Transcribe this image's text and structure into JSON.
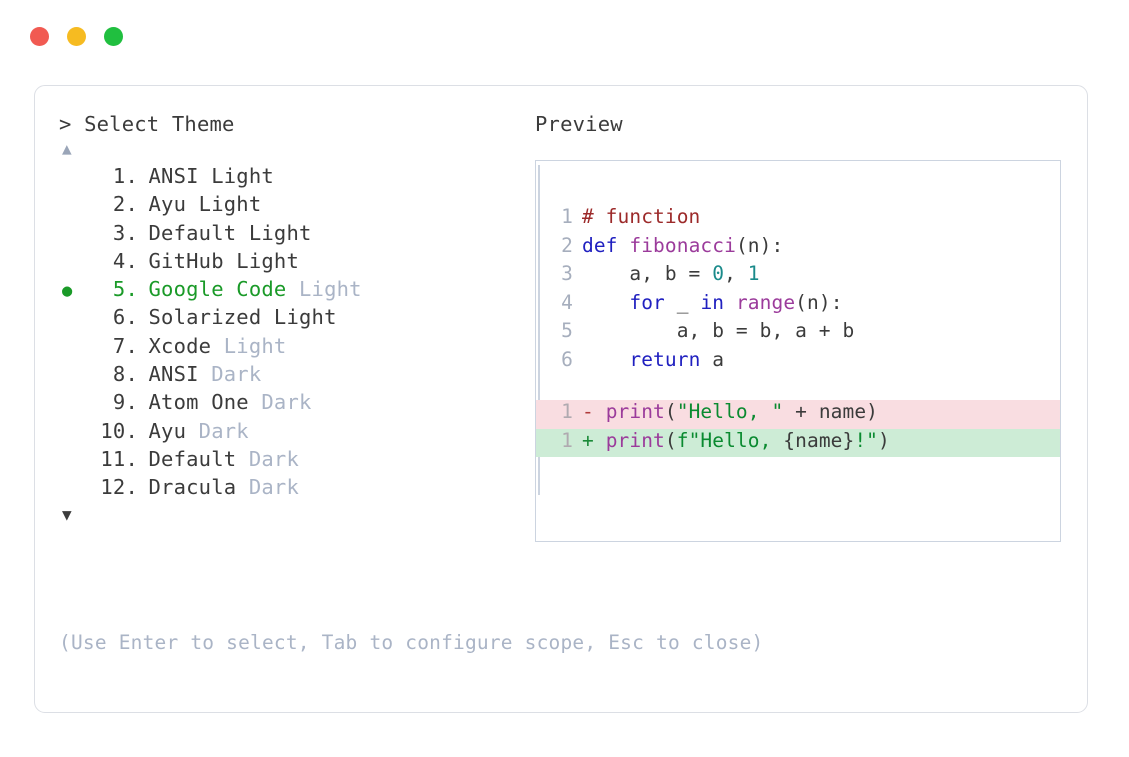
{
  "window": {
    "dots": [
      {
        "name": "close",
        "color": "#f15a52"
      },
      {
        "name": "minimize",
        "color": "#f6bb21"
      },
      {
        "name": "maximize",
        "color": "#20bf3f"
      }
    ]
  },
  "prompt": {
    "marker": ">",
    "title": "Select Theme"
  },
  "scroll": {
    "up": "▲",
    "down": "▼"
  },
  "list": {
    "selected_index": 5,
    "bullet": "●",
    "items": [
      {
        "number": "1.",
        "name": "ANSI",
        "suffix": "Light",
        "selected": false,
        "muted_suffix": false
      },
      {
        "number": "2.",
        "name": "Ayu",
        "suffix": "Light",
        "selected": false,
        "muted_suffix": false
      },
      {
        "number": "3.",
        "name": "Default",
        "suffix": "Light",
        "selected": false,
        "muted_suffix": false
      },
      {
        "number": "4.",
        "name": "GitHub",
        "suffix": "Light",
        "selected": false,
        "muted_suffix": false
      },
      {
        "number": "5.",
        "name": "Google Code",
        "suffix": "Light",
        "selected": true,
        "muted_suffix": true
      },
      {
        "number": "6.",
        "name": "Solarized",
        "suffix": "Light",
        "selected": false,
        "muted_suffix": false
      },
      {
        "number": "7.",
        "name": "Xcode",
        "suffix": "Light",
        "selected": false,
        "muted_suffix": true
      },
      {
        "number": "8.",
        "name": "ANSI",
        "suffix": "Dark",
        "selected": false,
        "muted_suffix": true
      },
      {
        "number": "9.",
        "name": "Atom One",
        "suffix": "Dark",
        "selected": false,
        "muted_suffix": true
      },
      {
        "number": "10.",
        "name": "Ayu",
        "suffix": "Dark",
        "selected": false,
        "muted_suffix": true
      },
      {
        "number": "11.",
        "name": "Default",
        "suffix": "Dark",
        "selected": false,
        "muted_suffix": true
      },
      {
        "number": "12.",
        "name": "Dracula",
        "suffix": "Dark",
        "selected": false,
        "muted_suffix": true
      }
    ]
  },
  "hint": "(Use Enter to select, Tab to configure scope, Esc to close)",
  "preview": {
    "label": "Preview",
    "code": [
      {
        "ln": "1",
        "tokens": [
          {
            "t": "# function",
            "c": "comment"
          }
        ]
      },
      {
        "ln": "2",
        "tokens": [
          {
            "t": "def ",
            "c": "kw"
          },
          {
            "t": "fibonacci",
            "c": "fn"
          },
          {
            "t": "(n):",
            "c": "plain"
          }
        ]
      },
      {
        "ln": "3",
        "tokens": [
          {
            "t": "    a, b = ",
            "c": "plain"
          },
          {
            "t": "0",
            "c": "num"
          },
          {
            "t": ", ",
            "c": "plain"
          },
          {
            "t": "1",
            "c": "num"
          }
        ]
      },
      {
        "ln": "4",
        "tokens": [
          {
            "t": "    ",
            "c": "plain"
          },
          {
            "t": "for",
            "c": "kw"
          },
          {
            "t": " _ ",
            "c": "plain"
          },
          {
            "t": "in",
            "c": "kw"
          },
          {
            "t": " ",
            "c": "plain"
          },
          {
            "t": "range",
            "c": "fn"
          },
          {
            "t": "(n):",
            "c": "plain"
          }
        ]
      },
      {
        "ln": "5",
        "tokens": [
          {
            "t": "        a, b = b, a + b",
            "c": "plain"
          }
        ]
      },
      {
        "ln": "6",
        "tokens": [
          {
            "t": "    ",
            "c": "plain"
          },
          {
            "t": "return",
            "c": "kw"
          },
          {
            "t": " a",
            "c": "plain"
          }
        ]
      }
    ],
    "diff": [
      {
        "ln": "1",
        "kind": "del",
        "sign": "-",
        "tokens": [
          {
            "t": "print",
            "c": "fn"
          },
          {
            "t": "(",
            "c": "plain"
          },
          {
            "t": "\"Hello, \"",
            "c": "str"
          },
          {
            "t": " + name)",
            "c": "plain"
          }
        ]
      },
      {
        "ln": "1",
        "kind": "add",
        "sign": "+",
        "tokens": [
          {
            "t": "print",
            "c": "fn"
          },
          {
            "t": "(",
            "c": "plain"
          },
          {
            "t": "f\"Hello, ",
            "c": "str"
          },
          {
            "t": "{name}",
            "c": "plain"
          },
          {
            "t": "!\"",
            "c": "str"
          },
          {
            "t": ")",
            "c": "plain"
          }
        ]
      }
    ]
  }
}
